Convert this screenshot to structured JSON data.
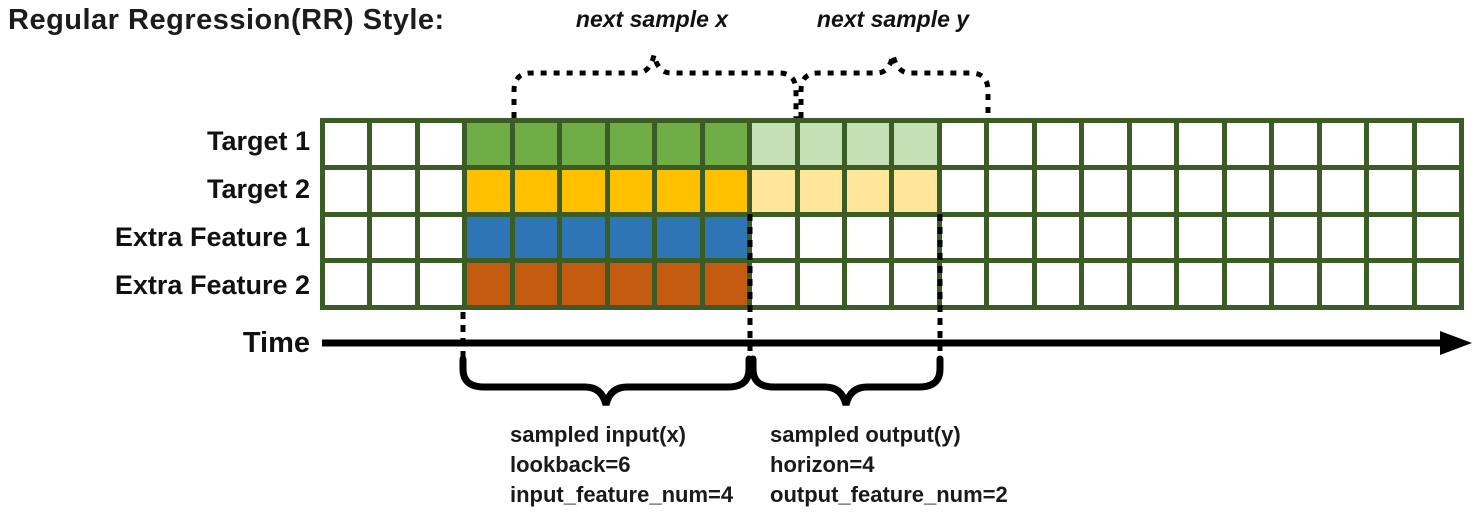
{
  "title": "Regular Regression(RR) Style:",
  "colors": {
    "grid_line": "#3C5C26",
    "cell_background": "#FFFFFF",
    "target1_input": "#70AD47",
    "target1_output": "#C5E0B4",
    "target2_input": "#FFC000",
    "target2_output": "#FFE699",
    "extra_feature1_input": "#2E75B6",
    "extra_feature2_input": "#C55A11"
  },
  "grid": {
    "columns": 24,
    "lookback_start_col": 3,
    "lookback": 6,
    "horizon": 4,
    "rows": [
      {
        "name": "target-1",
        "label": "Target 1",
        "input_color": "#70AD47",
        "output_color": "#C5E0B4"
      },
      {
        "name": "target-2",
        "label": "Target 2",
        "input_color": "#FFC000",
        "output_color": "#FFE699"
      },
      {
        "name": "extra-feature-1",
        "label": "Extra Feature 1",
        "input_color": "#2E75B6",
        "output_color": null
      },
      {
        "name": "extra-feature-2",
        "label": "Extra Feature 2",
        "input_color": "#C55A11",
        "output_color": null
      }
    ]
  },
  "annotations": {
    "next_sample_x": "next sample x",
    "next_sample_y": "next sample y",
    "time_label": "Time",
    "sampled_input": {
      "line1": "sampled input(x)",
      "line2": "lookback=6",
      "line3": "input_feature_num=4"
    },
    "sampled_output": {
      "line1": "sampled output(y)",
      "line2": "horizon=4",
      "line3": "output_feature_num=2"
    }
  }
}
